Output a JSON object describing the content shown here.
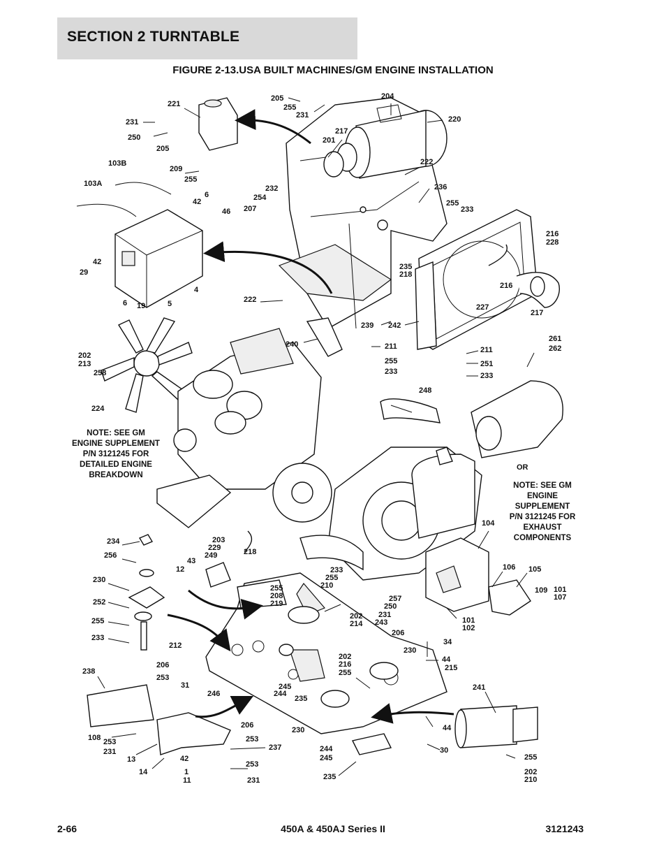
{
  "header": {
    "section_title": "SECTION 2   TURNTABLE",
    "figure_title": "FIGURE 2-13.USA BUILT MACHINES/GM ENGINE INSTALLATION"
  },
  "footer": {
    "page_number": "2-66",
    "model": "450A & 450AJ Series II",
    "doc_number": "3121243"
  },
  "notes": {
    "engine_note": [
      "NOTE: SEE GM",
      "ENGINE SUPPLEMENT",
      "P/N 3121245 FOR",
      "DETAILED ENGINE",
      "BREAKDOWN"
    ],
    "exhaust_note": [
      "NOTE: SEE GM",
      "ENGINE",
      "SUPPLEMENT",
      "P/N 3121245 FOR",
      "EXHAUST",
      "COMPONENTS"
    ],
    "or_label": "OR"
  },
  "callouts": [
    "205",
    "255",
    "231",
    "204",
    "221",
    "231",
    "250",
    "205",
    "220",
    "217",
    "201",
    "209",
    "255",
    "103B",
    "103A",
    "222",
    "236",
    "6",
    "42",
    "232",
    "254",
    "207",
    "46",
    "255",
    "233",
    "216",
    "228",
    "235",
    "218",
    "29",
    "42",
    "4",
    "6",
    "19",
    "5",
    "216",
    "227",
    "217",
    "222",
    "239",
    "242",
    "240",
    "211",
    "255",
    "233",
    "261",
    "262",
    "211",
    "251",
    "233",
    "202",
    "213",
    "258",
    "224",
    "248",
    "OR",
    "104",
    "234",
    "203",
    "229",
    "249",
    "218",
    "256",
    "43",
    "12",
    "233",
    "255",
    "210",
    "230",
    "255",
    "208",
    "219",
    "257",
    "250",
    "231",
    "243",
    "106",
    "105",
    "109",
    "101",
    "107",
    "252",
    "202",
    "214",
    "101",
    "102",
    "255",
    "212",
    "233",
    "206",
    "34",
    "230",
    "44",
    "202",
    "216",
    "255",
    "215",
    "238",
    "206",
    "253",
    "31",
    "245",
    "244",
    "246",
    "235",
    "241",
    "230",
    "206",
    "253",
    "44",
    "244",
    "245",
    "108",
    "253",
    "231",
    "237",
    "30",
    "13",
    "42",
    "253",
    "14",
    "1",
    "11",
    "231",
    "235",
    "255",
    "202",
    "210"
  ]
}
